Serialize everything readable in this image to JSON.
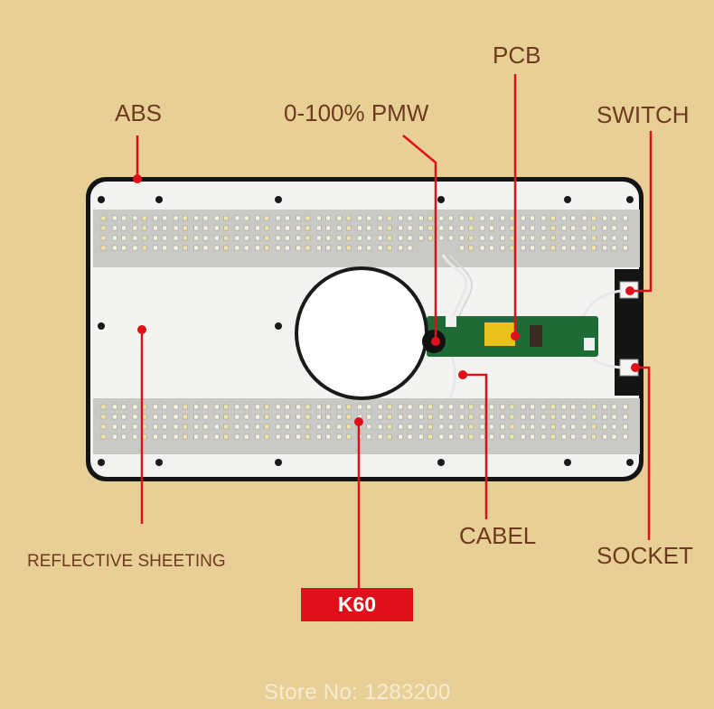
{
  "labels": {
    "abs": "ABS",
    "pmw": "0-100% PMW",
    "pcb": "PCB",
    "switch": "SWITCH",
    "cabel": "CABEL",
    "socket": "SOCKET",
    "reflective": "REFLECTIVE SHEETING",
    "model": "K60"
  },
  "watermark": "Store No: 1283200",
  "colors": {
    "background": "#e8cf96",
    "label_text": "#6e3b1e",
    "callout": "#e0101a",
    "frame": "#141414",
    "panel": "#f3f3f1",
    "led_strip": "#c9c9c6",
    "pcb_board": "#1f6b35"
  }
}
